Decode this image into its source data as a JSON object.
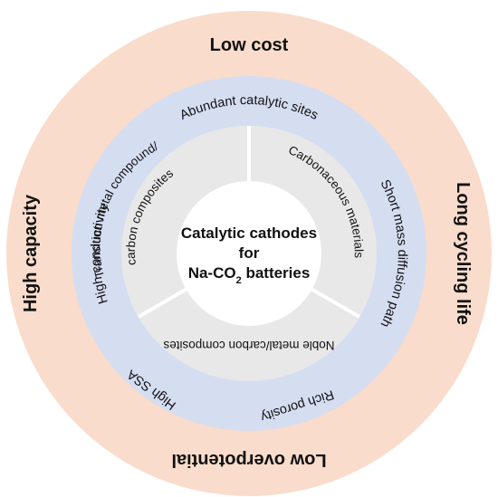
{
  "outer_ring": {
    "top": "Low cost",
    "right": "Long cycling life",
    "bottom": "Low overpotential",
    "left": "High capacity"
  },
  "middle_ring": {
    "top": "Abundant catalytic sites",
    "right": "Short mass diffusion path",
    "bottom_right": "Rich porosity",
    "bottom_left": "High SSA",
    "left": "High conductivity"
  },
  "inner_ring": {
    "left_line1": "Transition metal compound/",
    "left_line2": "carbon composites",
    "right": "Carbonaceous materials",
    "bottom": "Noble metal/carbon composites"
  },
  "center": {
    "line1": "Catalytic cathodes",
    "line2": "for",
    "line3_prefix": "Na-CO",
    "line3_sub": "2",
    "line3_suffix": " batteries"
  },
  "colors": {
    "outer_ring": "#f9dccb",
    "middle_ring": "#d5ddf1",
    "inner_ring": "#e8e8e8",
    "center": "#ffffff",
    "divider": "#ffffff"
  }
}
